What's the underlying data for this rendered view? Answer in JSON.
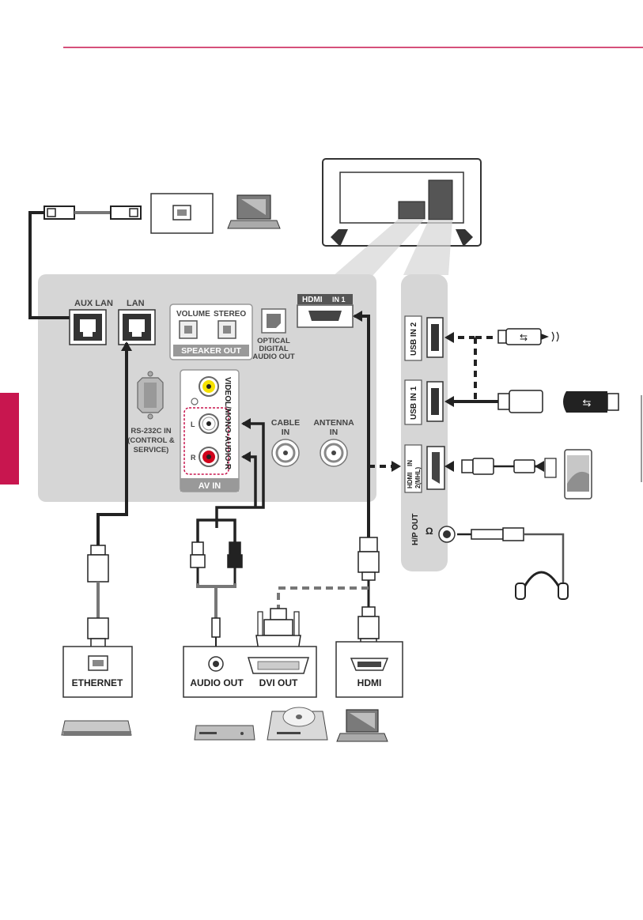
{
  "colors": {
    "accent": "#c8164f",
    "panel": "#d6d6d6",
    "cable": "#222222"
  },
  "labels": {
    "aux_lan": "AUX LAN",
    "lan": "LAN",
    "volume": "VOLUME",
    "stereo": "STEREO",
    "speaker_out": "SPEAKER OUT",
    "optical_1": "OPTICAL",
    "optical_2": "DIGITAL",
    "optical_3": "AUDIO OUT",
    "hdmi_in1_logo": "HDMI",
    "hdmi_in1_num": "IN 1",
    "rs232_1": "RS-232C IN",
    "rs232_2": "(CONTROL &",
    "rs232_3": "SERVICE)",
    "video": "VIDEO",
    "audio": "L/MONO-AUDIO-R",
    "jack_l": "L",
    "jack_r": "R",
    "av_in": "AV IN",
    "cable_in_1": "CABLE",
    "cable_in_2": "IN",
    "antenna_in_1": "ANTENNA",
    "antenna_in_2": "IN",
    "usb_in2": "USB IN 2",
    "usb_in1": "USB IN 1",
    "hdmi_in2_logo": "HDMI",
    "hdmi_in2_1": "IN",
    "hdmi_in2_2": "2(MHL)",
    "hp_out": "H/P OUT",
    "ethernet": "ETHERNET",
    "audio_out": "AUDIO OUT",
    "dvi_out": "DVI OUT",
    "hdmi_device": "HDMI"
  },
  "icons": [
    "lan-plug-icon",
    "laptop-icon",
    "tv-back-icon",
    "usb-plug-icon",
    "usb-stick-icon",
    "smartphone-icon",
    "headphones-icon",
    "network-box-icon",
    "dvd-player-icon",
    "disc-player-icon"
  ]
}
